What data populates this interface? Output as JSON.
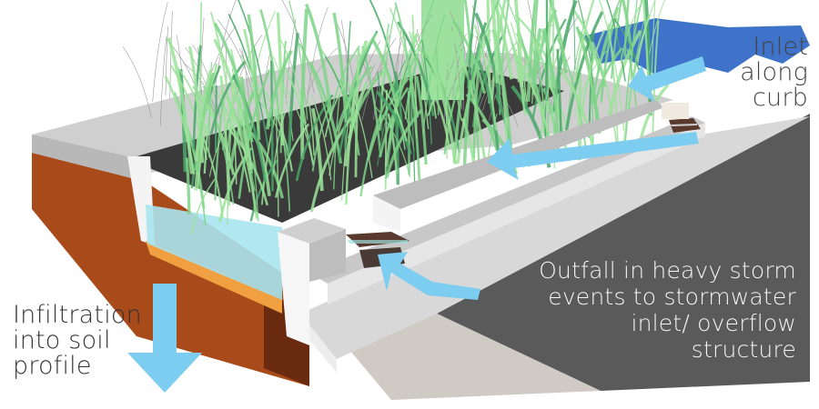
{
  "labels": {
    "inlet": "Inlet along curb",
    "infiltration": "Infiltration into soil profile",
    "outfall": "Outfall in heavy storm events to stormwater inlet/ overflow structure"
  },
  "colors": {
    "water_arrow": "#7ccdf0",
    "grass": "#8fd98a",
    "soil": "#a84a1a",
    "road": "#5a5a5a",
    "concrete": "#d9d9d9"
  }
}
